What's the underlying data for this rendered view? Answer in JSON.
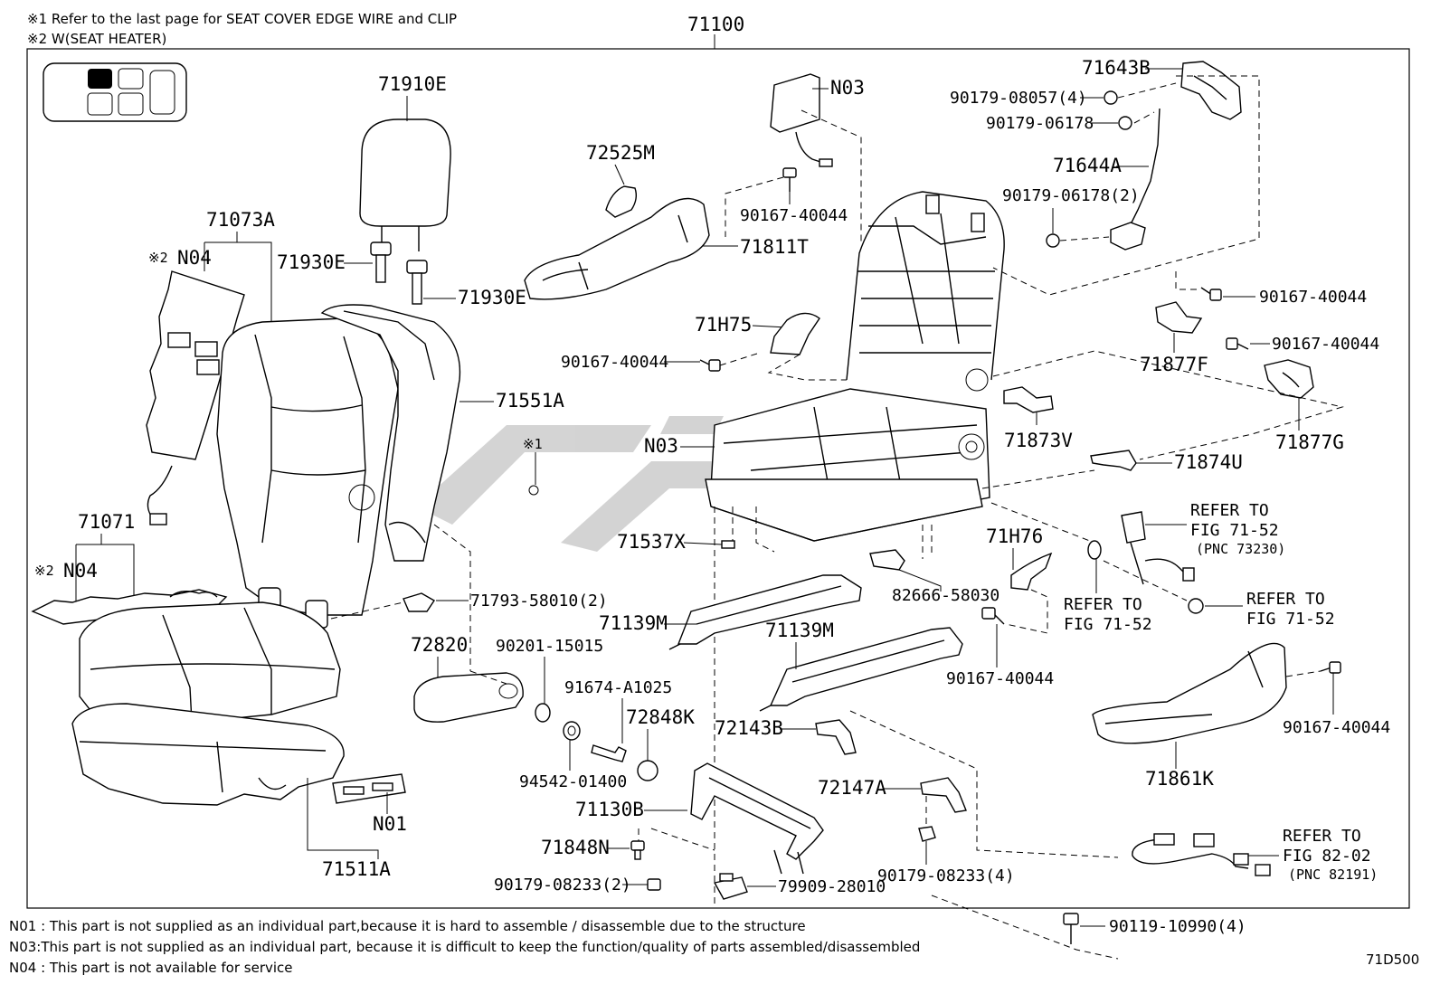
{
  "header_notes": [
    "※1 Refer to the last page for SEAT COVER EDGE WIRE and CLIP",
    "※2 W(SEAT HEATER)"
  ],
  "assembly_number": "71100",
  "diagram_code": "71D500",
  "footer_notes": [
    "N01 : This part is not supplied as an individual part,because it is hard to assemble / disassemble due to the structure",
    "N03:This part is not supplied as an individual part, because it is difficult to keep the function/quality of parts assembled/disassembled",
    "N04 : This part is not available for service"
  ],
  "parts": {
    "p71910E": "71910E",
    "p71073A": "71073A",
    "n04_top_mark": "※2",
    "n04_top": "N04",
    "p71930E_a": "71930E",
    "p71930E_b": "71930E",
    "p71551A": "71551A",
    "mark1": "※1",
    "p71071": "71071",
    "n04_bot_mark": "※2",
    "n04_bot": "N04",
    "p72525M": "72525M",
    "n03_top": "N03",
    "p90167_a": "90167-40044",
    "p71811T": "71811T",
    "p71H75": "71H75",
    "p90167_b": "90167-40044",
    "n03_mid": "N03",
    "p71537X": "71537X",
    "p71793": "71793-58010(2)",
    "p72820": "72820",
    "p90201": "90201-15015",
    "p91674": "91674-A1025",
    "p72848K": "72848K",
    "p94542": "94542-01400",
    "p71139M_a": "71139M",
    "p71139M_b": "71139M",
    "p82666": "82666-58030",
    "p72143B": "72143B",
    "p72147A": "72147A",
    "p71130B": "71130B",
    "p71848N": "71848N",
    "p90179_08233_2": "90179-08233(2)",
    "p79909": "79909-28010",
    "p90179_08233_4": "90179-08233(4)",
    "p90119": "90119-10990(4)",
    "n01": "N01",
    "p71511A": "71511A",
    "p71643B": "71643B",
    "p90179_08057": "90179-08057(4)",
    "p90179_06178": "90179-06178",
    "p71644A": "71644A",
    "p90179_06178_2": "90179-06178(2)",
    "p90167_c": "90167-40044",
    "p71877F": "71877F",
    "p90167_d": "90167-40044",
    "p71877G": "71877G",
    "p71873V": "71873V",
    "p71874U": "71874U",
    "refer_7152_a": "REFER TO",
    "refer_7152_a2": "FIG 71-52",
    "pnc_73230": "(PNC 73230)",
    "p71H76": "71H76",
    "refer_7152_b": "REFER TO",
    "refer_7152_b2": "FIG 71-52",
    "refer_7152_c": "REFER TO",
    "refer_7152_c2": "FIG 71-52",
    "p90167_e": "90167-40044",
    "p90167_f": "90167-40044",
    "p71861K": "71861K",
    "refer_8202": "REFER TO",
    "refer_8202_2": "FIG 82-02",
    "pnc_82191": "(PNC 82191)"
  }
}
